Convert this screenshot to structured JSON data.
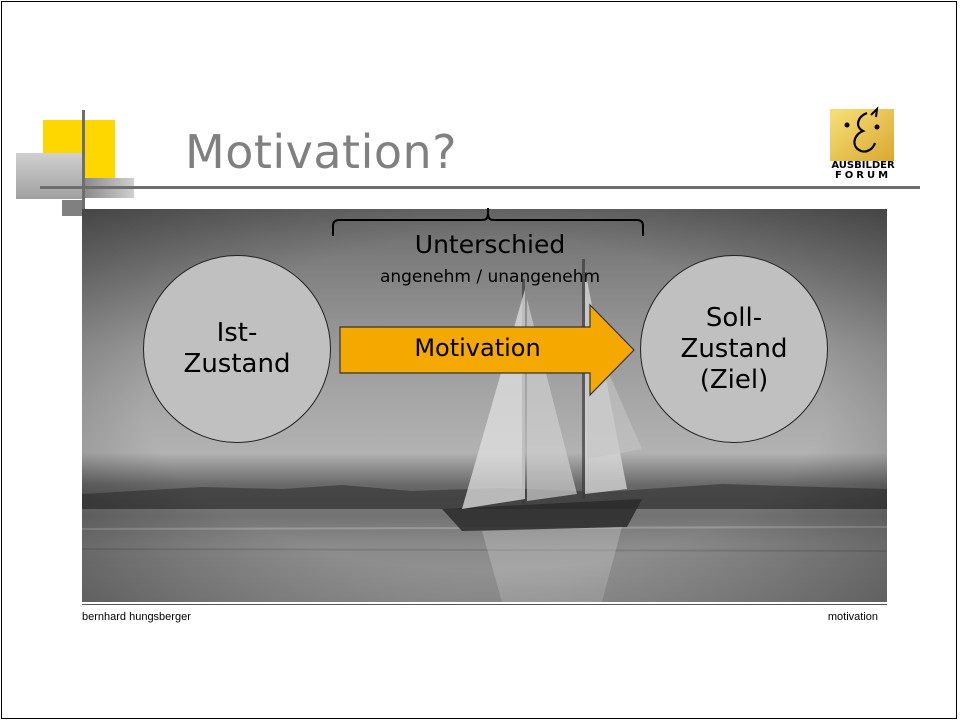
{
  "slide": {
    "title": "Motivation?",
    "footer_left": "bernhard hungsberger",
    "footer_right": "motivation"
  },
  "logo": {
    "line1": "AUSBILDER",
    "line2": "FORUM"
  },
  "diagram": {
    "bracket_label": "Unterschied",
    "bracket_sublabel": "angenehm / unangenehm",
    "arrow_label": "Motivation",
    "start_node": {
      "line1": "Ist-",
      "line2": "Zustand"
    },
    "end_node": {
      "line1": "Soll-",
      "line2": "Zustand",
      "line3": "(Ziel)"
    }
  },
  "colors": {
    "arrow_fill": "#f5a800",
    "accent_yellow": "#ffd700",
    "node_fill": "#c0c0c0",
    "title_gray": "#808080"
  }
}
